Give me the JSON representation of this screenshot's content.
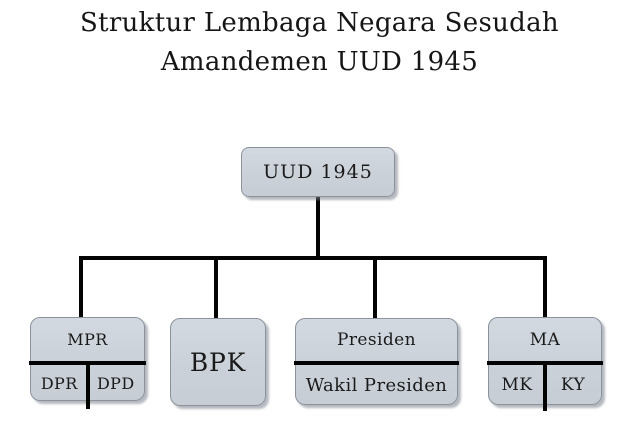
{
  "title": {
    "line1": "Struktur Lembaga Negara Sesudah",
    "line2": "Amandemen UUD 1945"
  },
  "diagram": {
    "root_label": "UUD 1945",
    "children": [
      {
        "label": "MPR",
        "sub_left": "DPR",
        "sub_right": "DPD"
      },
      {
        "label": "BPK"
      },
      {
        "label": "Presiden",
        "sub": "Wakil Presiden"
      },
      {
        "label": "MA",
        "sub_left": "MK",
        "sub_right": "KY"
      }
    ]
  },
  "colors": {
    "background": "#ffffff",
    "box_fill": "#cdd3da",
    "box_border": "#8b929b",
    "box_shadow": "#9aa1a9",
    "connector": "#030303",
    "text": "#1a1a1a"
  }
}
